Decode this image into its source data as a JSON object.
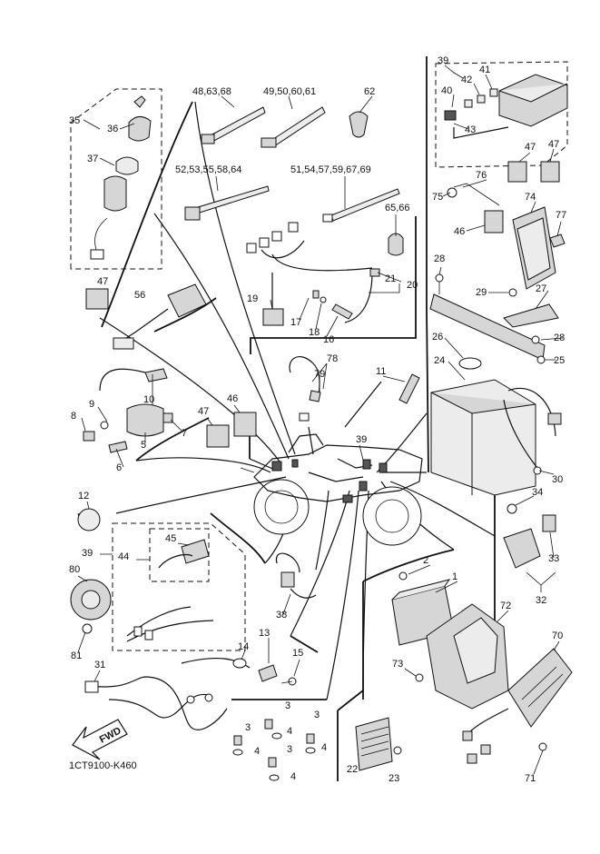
{
  "diagram": {
    "code": "1CT9100-K460",
    "arrow_label": "FWD",
    "part_numbers": {
      "p1": "1",
      "p2": "2",
      "p3a": "3",
      "p3b": "3",
      "p3c": "3",
      "p3d": "3",
      "p4a": "4",
      "p4b": "4",
      "p4c": "4",
      "p4d": "4",
      "p5": "5",
      "p6": "6",
      "p7": "7",
      "p8": "8",
      "p9": "9",
      "p10": "10",
      "p11": "11",
      "p12": "12",
      "p13": "13",
      "p14": "14",
      "p15": "15",
      "p16": "16",
      "p17": "17",
      "p18": "18",
      "p19": "19",
      "p20": "20",
      "p21": "21",
      "p22": "22",
      "p23": "23",
      "p24": "24",
      "p25": "25",
      "p26": "26",
      "p27": "27",
      "p28a": "28",
      "p28b": "28",
      "p29": "29",
      "p30": "30",
      "p31": "31",
      "p32": "32",
      "p33": "33",
      "p34": "34",
      "p35": "35",
      "p36": "36",
      "p37": "37",
      "p38": "38",
      "p39a": "39",
      "p39b": "39",
      "p39c": "39",
      "p40": "40",
      "p41": "41",
      "p42": "42",
      "p43": "43",
      "p44": "44",
      "p45": "45",
      "p46a": "46",
      "p46b": "46",
      "p47a": "47",
      "p47b": "47",
      "p47c": "47",
      "p47d": "47",
      "p56": "56",
      "p62": "62",
      "p65": "65,66",
      "p70": "70",
      "p71": "71",
      "p72": "72",
      "p73": "73",
      "p74": "74",
      "p75": "75",
      "p76": "76",
      "p77": "77",
      "p78": "78",
      "p79": "79",
      "p80": "80",
      "p81": "81",
      "ties_a": "48,63,68",
      "ties_b": "49,50,60,61",
      "ties_c": "52,53,55,58,64",
      "ties_d": "51,54,57,59,67,69"
    }
  }
}
